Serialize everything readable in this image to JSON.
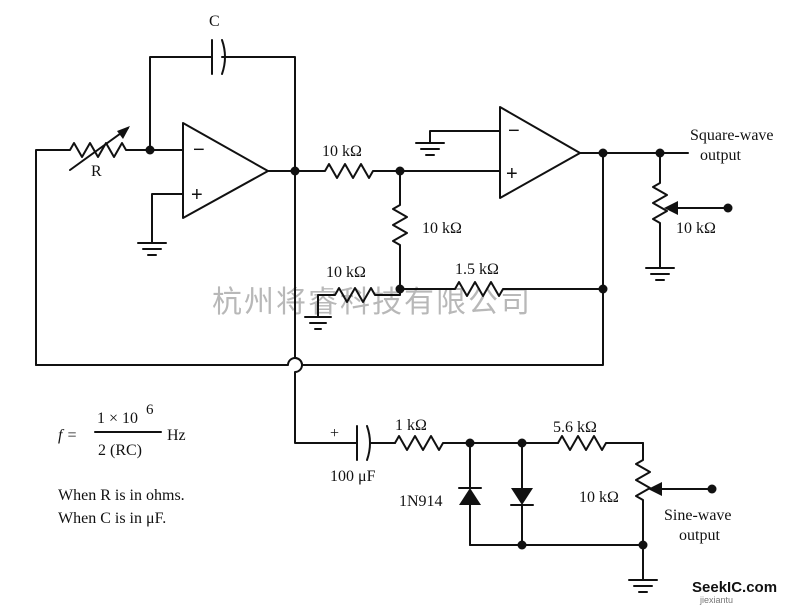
{
  "labels": {
    "c_top": "C",
    "r_var": "R",
    "r_in1": "10 kΩ",
    "r_vert": "10 kΩ",
    "r_fb1": "10 kΩ",
    "r_fb2": "1.5 kΩ",
    "square_out": "Square-wave",
    "square_out2": "output",
    "pot_sq": "10 kΩ",
    "cap_out": "100 μF",
    "cap_plus": "+",
    "r_out1": "1 kΩ",
    "r_out2": "5.6 kΩ",
    "diode": "1N914",
    "pot_sine": "10 kΩ",
    "sine_out": "Sine-wave",
    "sine_out2": "output"
  },
  "opamp_signs": {
    "minus": "−",
    "plus": "+"
  },
  "formula": {
    "lhs": "f =",
    "numerator": "1 × 10",
    "exponent": "6",
    "denominator": "2 (RC)",
    "unit": "Hz"
  },
  "notes": {
    "line1": "When R is in ohms.",
    "line2": "When C is in μF."
  },
  "watermark": {
    "text": "杭州将睿科技有限公司",
    "logo": "SeekIC.com",
    "logo_sub": "jiexiantu"
  }
}
